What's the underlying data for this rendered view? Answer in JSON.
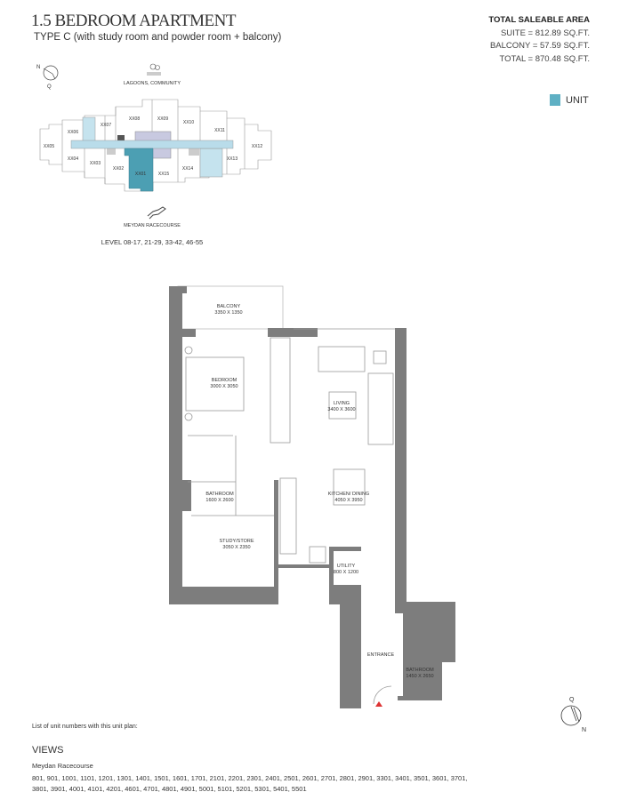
{
  "header": {
    "title": "1.5 BEDROOM APARTMENT",
    "subtitle": "TYPE C (with study room and powder room + balcony)"
  },
  "area": {
    "heading": "TOTAL SALEABLE AREA",
    "suite": "SUITE = 812.89 SQ.FT.",
    "balcony": "BALCONY = 57.59 SQ.FT.",
    "total": "TOTAL = 870.48 SQ.FT."
  },
  "legend": {
    "label": "UNIT",
    "color": "#5fb0c4"
  },
  "key_plan": {
    "compass_n": "N",
    "compass_q": "Q",
    "top_view": "LAGOONS, COMMUNITY",
    "bottom_view": "MEYDAN RACECOURSE",
    "level": "LEVEL 08-17, 21-29, 33-42, 46-55",
    "units": [
      "XX01",
      "XX02",
      "XX03",
      "XX04",
      "XX05",
      "XX06",
      "XX07",
      "XX08",
      "XX09",
      "XX10",
      "XX11",
      "XX12",
      "XX13",
      "XX14",
      "XX15"
    ],
    "highlight": "XX01"
  },
  "rooms": {
    "balcony": {
      "name": "BALCONY",
      "dims": "3350 X 1350"
    },
    "bedroom": {
      "name": "BEDROOM",
      "dims": "3000 X 3050"
    },
    "living": {
      "name": "LIVING",
      "dims": "3400 X 3600"
    },
    "bathroom1": {
      "name": "BATHROOM",
      "dims": "1600 X 2600"
    },
    "kitchen": {
      "name": "KITCHEN/ DINING",
      "dims": "4050 X 3950"
    },
    "study": {
      "name": "STUDY/STORE",
      "dims": "3050 X 2350"
    },
    "utility": {
      "name": "UTILITY",
      "dims": "800 X 1200"
    },
    "entrance": {
      "name": "ENTRANCE"
    },
    "bathroom2": {
      "name": "BATHROOM",
      "dims": "1450 X 2650"
    }
  },
  "compass": {
    "q": "Q",
    "n": "N"
  },
  "footer": {
    "units_note": "List of unit numbers with this unit plan:",
    "views_heading": "VIEWS",
    "views_sub": "Meydan Racecourse",
    "units_list": "801, 901, 1001, 1101, 1201, 1301, 1401, 1501, 1601, 1701, 2101, 2201, 2301, 2401, 2501, 2601, 2701, 2801, 2901, 3301, 3401, 3501, 3601, 3701, 3801, 3901, 4001, 4101, 4201, 4601, 4701, 4801, 4901, 5001, 5101, 5201, 5301, 5401, 5501"
  }
}
